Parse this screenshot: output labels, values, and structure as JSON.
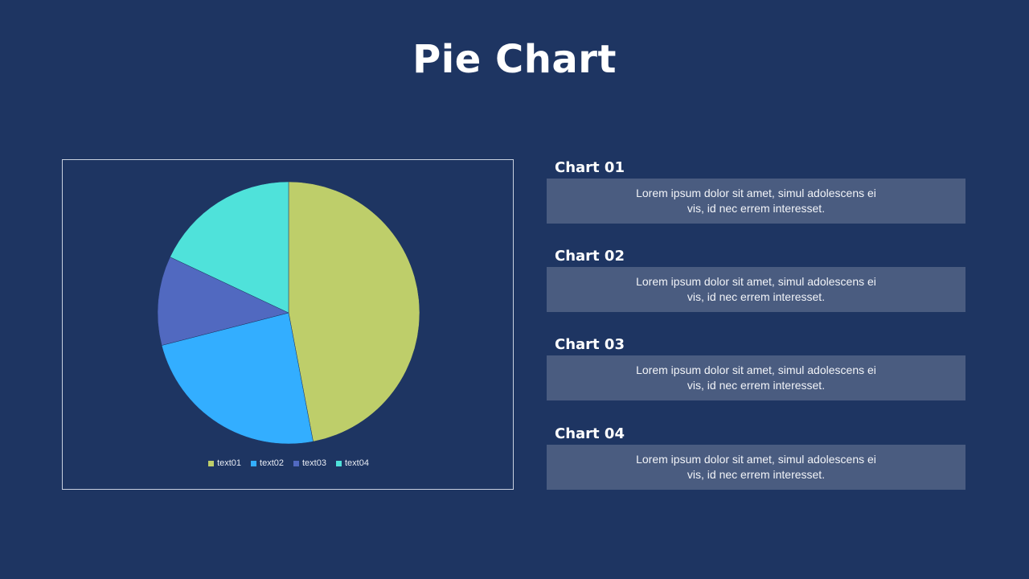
{
  "page": {
    "title": "Pie Chart"
  },
  "chart_data": {
    "type": "pie",
    "categories": [
      "text01",
      "text02",
      "text03",
      "text04"
    ],
    "values": [
      47,
      24,
      11,
      18
    ],
    "colors": [
      "#bece6a",
      "#33aeff",
      "#5169c0",
      "#4fe2da"
    ],
    "legend": "bottom"
  },
  "cards": [
    {
      "title": "Chart 01",
      "text": "Lorem ipsum dolor sit amet, simul adolescens ei vis, id nec errem interesset."
    },
    {
      "title": "Chart 02",
      "text": "Lorem ipsum dolor sit amet, simul adolescens ei vis, id nec errem interesset."
    },
    {
      "title": "Chart 03",
      "text": "Lorem ipsum dolor sit amet, simul adolescens ei vis, id nec errem interesset."
    },
    {
      "title": "Chart 04",
      "text": "Lorem ipsum dolor sit amet, simul adolescens ei vis, id nec errem interesset."
    }
  ],
  "colors": {
    "background": "#1e3562",
    "card_background": "#4a5c80"
  }
}
